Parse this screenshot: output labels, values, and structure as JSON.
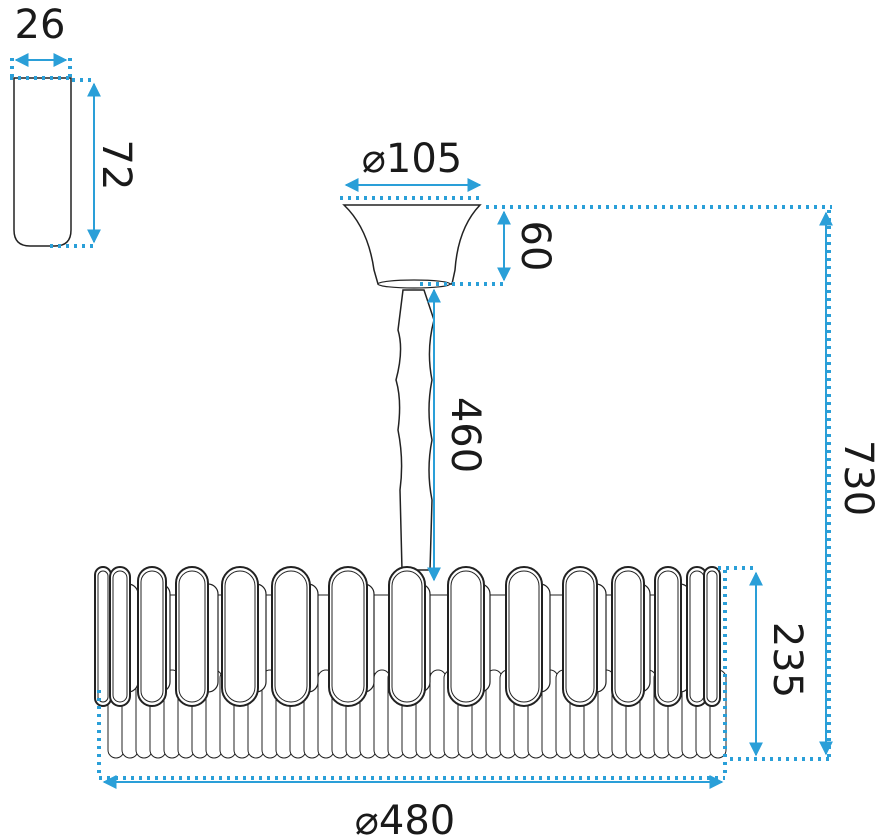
{
  "accent_color": "#2a9fd8",
  "line_color": "#222222",
  "dimensions": {
    "crystal_width": "26",
    "crystal_height": "72",
    "canopy_diameter": "⌀105",
    "canopy_height": "60",
    "chain_length": "460",
    "total_height": "730",
    "shade_height": "235",
    "shade_diameter": "⌀480"
  }
}
